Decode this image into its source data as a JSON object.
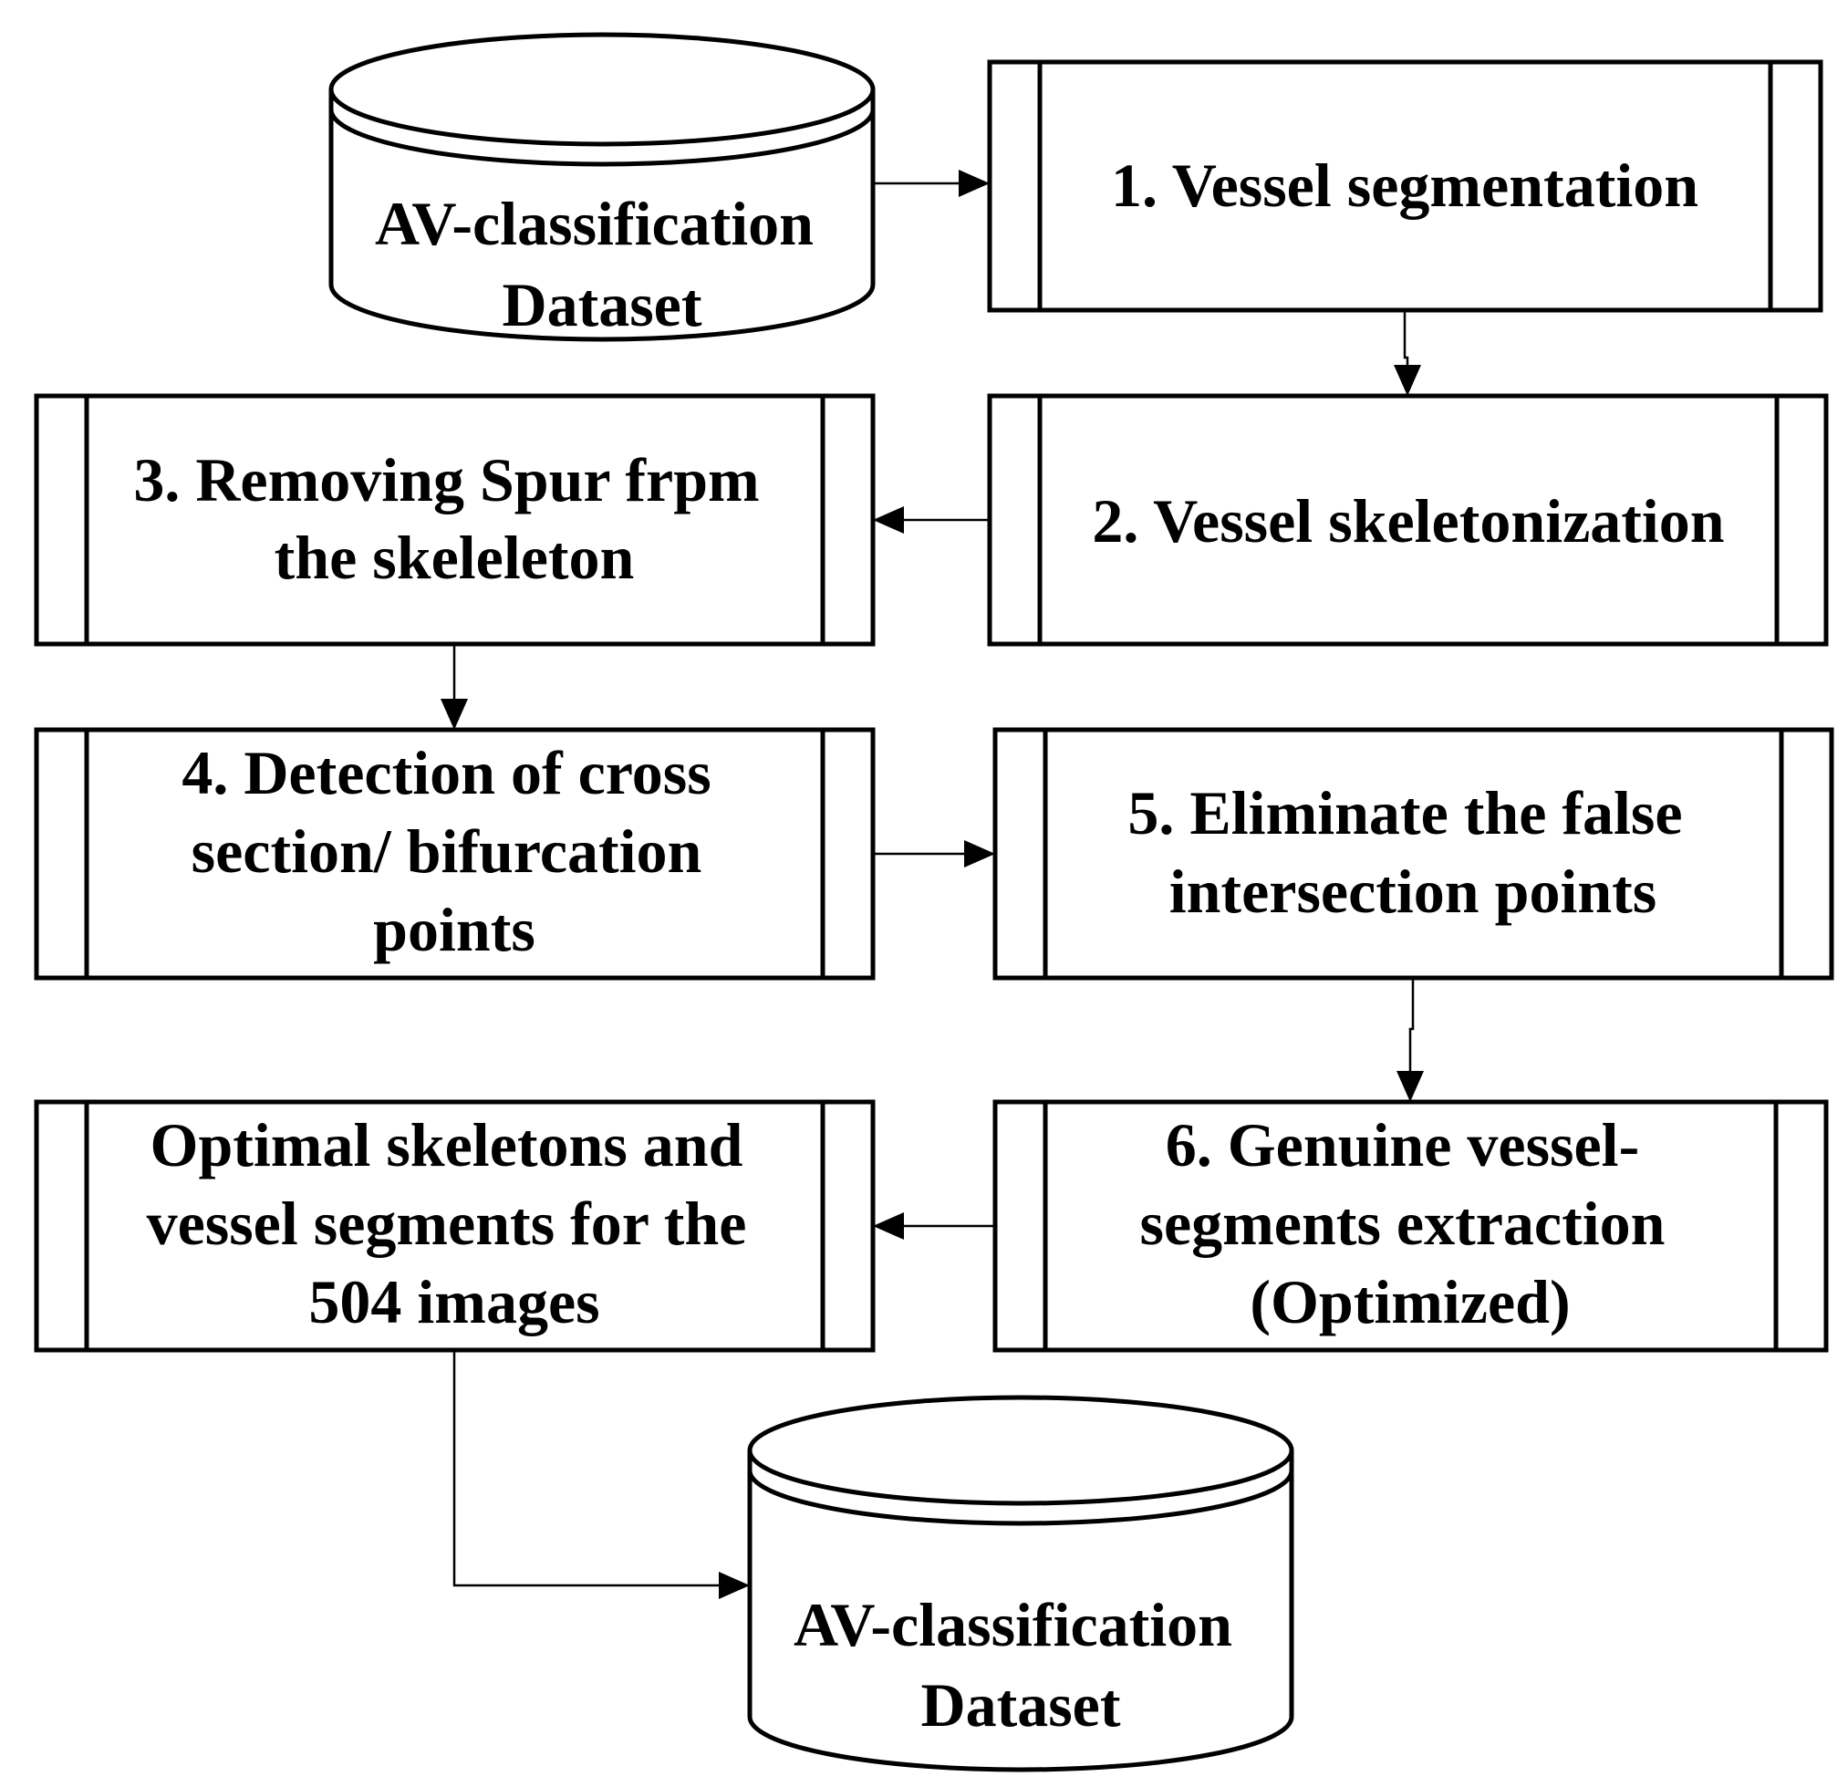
{
  "diagram": {
    "nodes": {
      "source_db": {
        "lines": [
          "AV-classification",
          "Dataset"
        ]
      },
      "step1": {
        "lines": [
          "1. Vessel segmentation"
        ]
      },
      "step2": {
        "lines": [
          "2. Vessel skeletonization"
        ]
      },
      "step3": {
        "lines": [
          "3. Removing Spur frpm",
          "the skeleleton"
        ]
      },
      "step4": {
        "lines": [
          "4. Detection of cross",
          "section/ bifurcation",
          "points"
        ]
      },
      "step5": {
        "lines": [
          "5. Eliminate  the false",
          "intersection points"
        ]
      },
      "step6": {
        "lines": [
          "6. Genuine vessel-",
          "segments extraction",
          "(Optimized)"
        ]
      },
      "output": {
        "lines": [
          "Optimal skeletons and",
          "vessel  segments for the",
          "504 images"
        ]
      },
      "target_db": {
        "lines": [
          "AV-classification",
          "Dataset"
        ]
      }
    },
    "edges": [
      {
        "from": "source_db",
        "to": "step1"
      },
      {
        "from": "step1",
        "to": "step2"
      },
      {
        "from": "step2",
        "to": "step3"
      },
      {
        "from": "step3",
        "to": "step4"
      },
      {
        "from": "step4",
        "to": "step5"
      },
      {
        "from": "step5",
        "to": "step6"
      },
      {
        "from": "step6",
        "to": "output"
      },
      {
        "from": "output",
        "to": "target_db"
      }
    ]
  }
}
